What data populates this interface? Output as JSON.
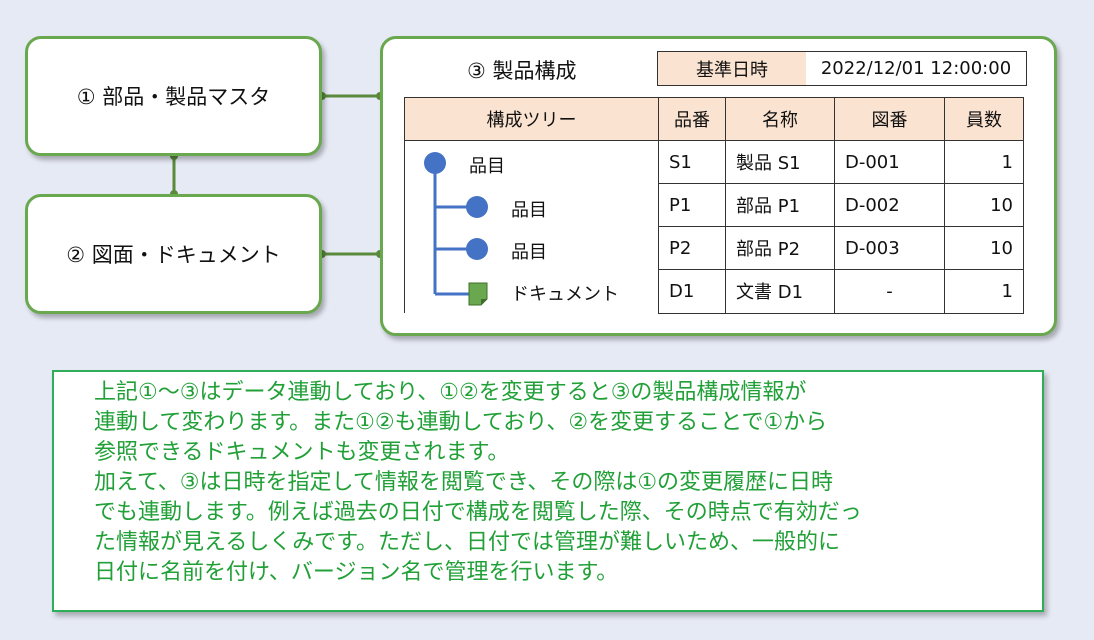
{
  "nodes": {
    "parts_master": "① 部品・製品マスタ",
    "drawing_document": "② 図面・ドキュメント",
    "bom_title": "③ 製品構成"
  },
  "datetime": {
    "label": "基準日時",
    "value": "2022/12/01 12:00:00"
  },
  "table": {
    "headers": [
      "構成ツリー",
      "品番",
      "名称",
      "図番",
      "員数"
    ],
    "rows": [
      {
        "tree_label": "品目",
        "part_no": "S1",
        "name": "製品 S1",
        "drawing_no": "D-001",
        "qty": "1"
      },
      {
        "tree_label": "品目",
        "part_no": "P1",
        "name": "部品 P1",
        "drawing_no": "D-002",
        "qty": "10"
      },
      {
        "tree_label": "品目",
        "part_no": "P2",
        "name": "部品 P2",
        "drawing_no": "D-003",
        "qty": "10"
      },
      {
        "tree_label": "ドキュメント",
        "part_no": "D1",
        "name": "文書 D1",
        "drawing_no": "-",
        "qty": "1"
      }
    ]
  },
  "note_lines": [
    "上記①～③はデータ連動しており、①②を変更すると③の製品構成情報が",
    "連動して変わります。また①②も連動しており、②を変更することで①から",
    "参照できるドキュメントも変更されます。",
    "加えて、③は日時を指定して情報を閲覧でき、その際は①の変更履歴に日時",
    "でも連動します。例えば過去の日付で構成を閲覧した際、その時点で有効だっ",
    "た情報が見えるしくみです。ただし、日付では管理が難しいため、一般的に",
    "日付に名前を付け、バージョン名で管理を行います。"
  ],
  "colors": {
    "node_border": "#6aa84f",
    "connector": "#5a8a3c",
    "tree_line": "#4472c4",
    "item_dot": "#4472c4",
    "doc_icon": "#6aa84f",
    "header_fill": "#fbe3d1",
    "note_text": "#21a038",
    "note_border": "#2fae5a"
  }
}
